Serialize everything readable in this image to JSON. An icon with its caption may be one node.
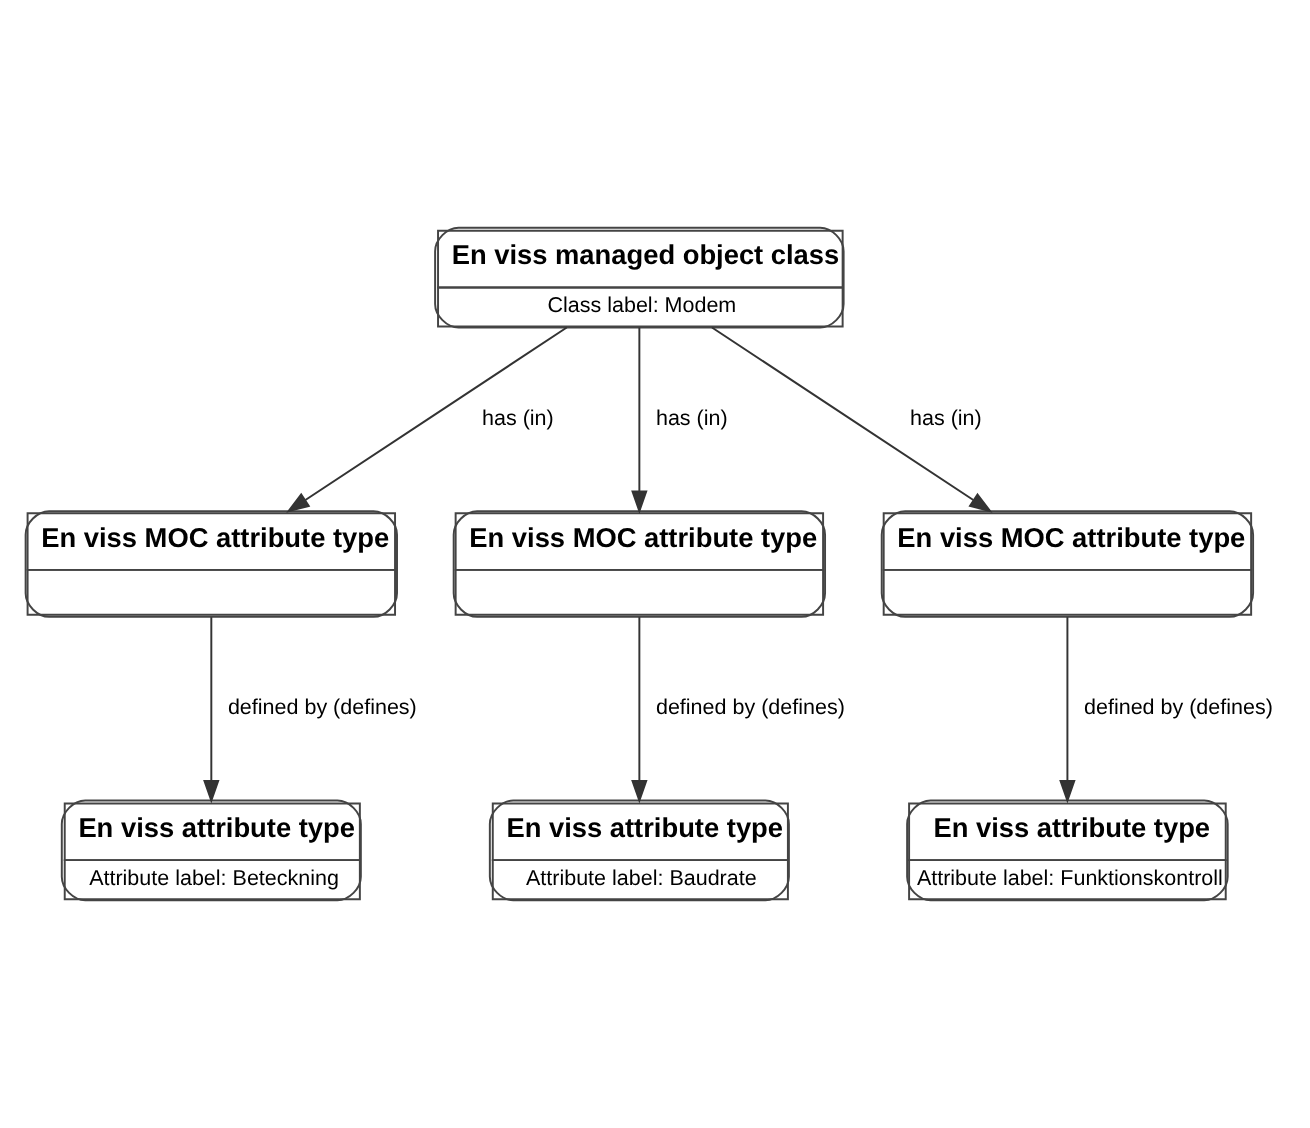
{
  "diagram": {
    "nodes": [
      {
        "text": [
          "En viss managed object class",
          "Class label: Modem"
        ]
      },
      {
        "text": [
          "En viss MOC attribute type"
        ]
      },
      {
        "text": [
          "En viss MOC attribute type"
        ]
      },
      {
        "text": [
          "En viss MOC attribute type"
        ]
      },
      {
        "text": [
          "En viss attribute type",
          "Attribute label: Beteckning"
        ]
      },
      {
        "text": [
          "En viss attribute type",
          "Attribute label: Baudrate"
        ]
      },
      {
        "text": [
          "En viss attribute type",
          "Attribute label: Funktionskontroll"
        ]
      }
    ],
    "edges": [
      {
        "from": 0,
        "to": 1,
        "arrow": "to",
        "label": "has (in)"
      },
      {
        "from": 0,
        "to": 2,
        "arrow": "to",
        "label": "has (in)"
      },
      {
        "from": 0,
        "to": 3,
        "arrow": "to",
        "label": "has (in)"
      },
      {
        "from": 1,
        "to": 4,
        "arrow": "to",
        "label": "defined by (defines)"
      },
      {
        "from": 2,
        "to": 5,
        "arrow": "to",
        "label": "defined by (defines)"
      },
      {
        "from": 3,
        "to": 6,
        "arrow": "to",
        "label": "defined by (defines)"
      }
    ]
  }
}
